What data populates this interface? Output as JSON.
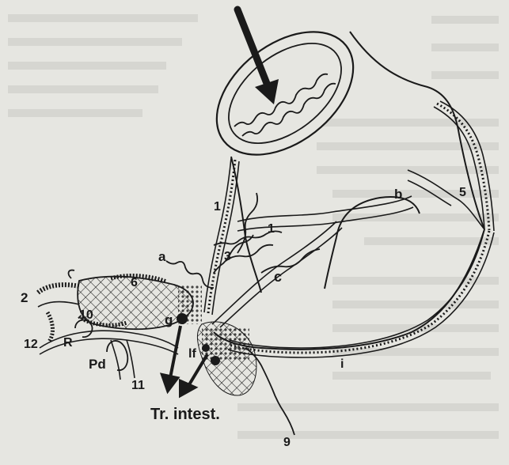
{
  "labels": {
    "n1a": "1",
    "n1b": "1",
    "n2": "2",
    "n3": "3",
    "n5": "5",
    "n6": "6",
    "n9": "9",
    "n10": "10",
    "n11": "11",
    "n12": "12",
    "a": "a",
    "b": "b",
    "c": "c",
    "g": "g",
    "i": "i",
    "lf": "lf",
    "R": "R",
    "Pd": "Pd",
    "intestine": "Tr. intest."
  },
  "colors": {
    "ink": "#1a1a1a",
    "paper": "#e6e6e1",
    "bleed_text": "#9a9a96"
  }
}
